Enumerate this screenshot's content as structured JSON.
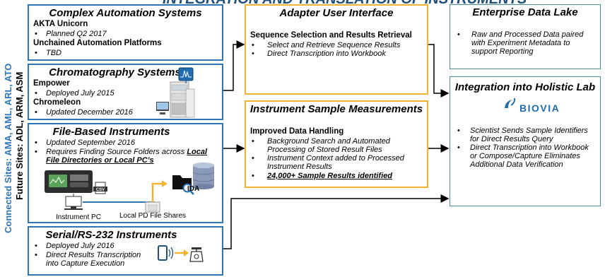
{
  "header_title": "INTEGRATION AND TRANSLATION OF INSTRUMENTS",
  "sidebar": {
    "connected": "Connected Sites: AMA, AML, ARL, ATO",
    "future": "Future Sites: ADL, ARM, ASM"
  },
  "complex": {
    "title": "Complex Automation Systems",
    "sub1": "AKTA Unicorn",
    "item1": "Planned Q2 2017",
    "sub2": "Unchained Automation Platforms",
    "item2": "TBD"
  },
  "chrom": {
    "title": "Chromatography Systems",
    "sub1": "Empower",
    "item1": "Deployed July 2015",
    "sub2": "Chromeleon",
    "item2": "Updated December 2016"
  },
  "file": {
    "title": "File-Based Instruments",
    "item1": "Updated September 2016",
    "item2_a": "Requires Finding Source Folders across ",
    "item2_b": "Local",
    "item2_c": "File Directories or Local PC’s",
    "label_pc": "Instrument PC",
    "label_shares": "Local PD File Shares",
    "label_ida": "IDA",
    "label_csv": "CSV"
  },
  "serial": {
    "title": "Serial/RS-232 Instruments",
    "item1": "Deployed July 2016",
    "item2a": "Direct Results Transcription",
    "item2b": "into Capture Execution"
  },
  "adapter": {
    "title": "Adapter User Interface",
    "sub": "Sequence Selection and Results Retrieval",
    "item1": "Select and Retrieve Sequence Results",
    "item2": "Direct Transcription into Workbook"
  },
  "sample": {
    "title": "Instrument Sample Measurements",
    "sub": "Improved Data Handling",
    "item1a": "Background Search and Automated",
    "item1b": "Processing of Stored Result Files",
    "item2a": "Instrument Context added to Processed",
    "item2b": "Instrument Results",
    "item3": "24,000+ Sample Results identified"
  },
  "lake": {
    "title": "Enterprise Data Lake",
    "item1a": "Raw and Processed Data paired",
    "item1b": "with Experiment Metadata to",
    "item1c": "support Reporting"
  },
  "holistic": {
    "title": "Integration into Holistic Lab",
    "logo_text": "BIOVIA",
    "item1a": "Scientist Sends Sample Identifiers",
    "item1b": "for Direct Results Query",
    "item2a": "Direct Transcription into Workbook",
    "item2b": "or Compose/Capture Eliminates",
    "item2c": "Additional Data Verification"
  },
  "colors": {
    "blue_border": "#2e75b6",
    "gold_border": "#f2b233",
    "teal_border": "#4a8f99",
    "biovia_blue": "#1f6cb0"
  }
}
